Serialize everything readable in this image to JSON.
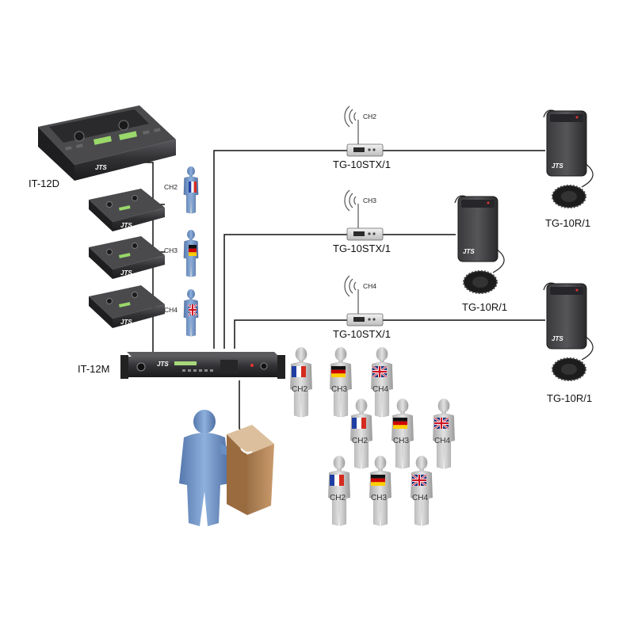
{
  "labels": {
    "console_main": "IT-12D",
    "mixer": "IT-12M",
    "transmitter_1": "TG-10STX/1",
    "transmitter_2": "TG-10STX/1",
    "transmitter_3": "TG-10STX/1",
    "receiver_1": "TG-10R/1",
    "receiver_2": "TG-10R/1",
    "receiver_3": "TG-10R/1",
    "brand": "JTS"
  },
  "interpreters": [
    {
      "channel": "CH2",
      "flag": "france"
    },
    {
      "channel": "CH3",
      "flag": "germany"
    },
    {
      "channel": "CH4",
      "flag": "uk"
    }
  ],
  "transmitter_channels": [
    "CH2",
    "CH3",
    "CH4"
  ],
  "audience": [
    {
      "channel": "CH2",
      "flag": "france"
    },
    {
      "channel": "CH3",
      "flag": "germany"
    },
    {
      "channel": "CH4",
      "flag": "uk"
    },
    {
      "channel": "CH2",
      "flag": "france"
    },
    {
      "channel": "CH3",
      "flag": "germany"
    },
    {
      "channel": "CH4",
      "flag": "uk"
    },
    {
      "channel": "CH2",
      "flag": "france"
    },
    {
      "channel": "CH3",
      "flag": "germany"
    },
    {
      "channel": "CH4",
      "flag": "uk"
    }
  ],
  "colors": {
    "device_body": "#2f2f31",
    "interpreter_figure": "#6f95c9",
    "audience_figure": "#c4c4c4",
    "speaker_figure": "#7ea1cf",
    "podium": "#b5885c",
    "wire": "#111111"
  }
}
